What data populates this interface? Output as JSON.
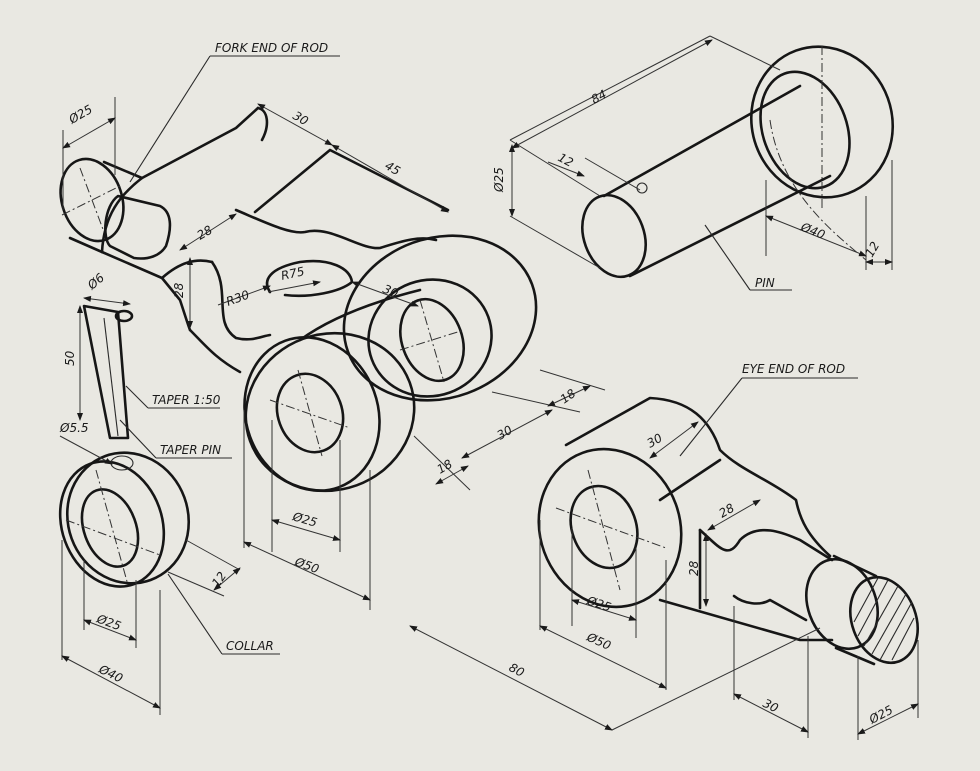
{
  "labels": {
    "fork_end": "FORK END OF ROD",
    "eye_end": "EYE END OF ROD",
    "pin": "PIN",
    "taper": "TAPER 1:50",
    "taper_pin": "TAPER PIN",
    "collar": "COLLAR"
  },
  "dims": {
    "fork_rod_dia": "Ø25",
    "fork_30": "30",
    "fork_45": "45",
    "fork_28a": "28",
    "fork_28b": "28",
    "fork_r30": "R30",
    "fork_r75": "R75",
    "fork_hole_30": "30",
    "fork_18_right": "18",
    "fork_30_gap": "30",
    "fork_18_bottom": "18",
    "fork_bore": "Ø25",
    "fork_boss": "Ø50",
    "pin_84": "84",
    "pin_12a": "12",
    "pin_dia": "Ø25",
    "pin_head": "Ø40",
    "pin_12b": "12",
    "taper_6": "Ø6",
    "taper_50": "50",
    "collar_55": "Ø5.5",
    "collar_12": "12",
    "collar_bore": "Ø25",
    "collar_od": "Ø40",
    "eye_30": "30",
    "eye_28a": "28",
    "eye_28b": "28",
    "eye_bore": "Ø25",
    "eye_boss": "Ø50",
    "eye_80": "80",
    "eye_30b": "30",
    "eye_rod": "Ø25"
  },
  "colors": {
    "paper": "#e9e8e2",
    "ink": "#161616"
  }
}
